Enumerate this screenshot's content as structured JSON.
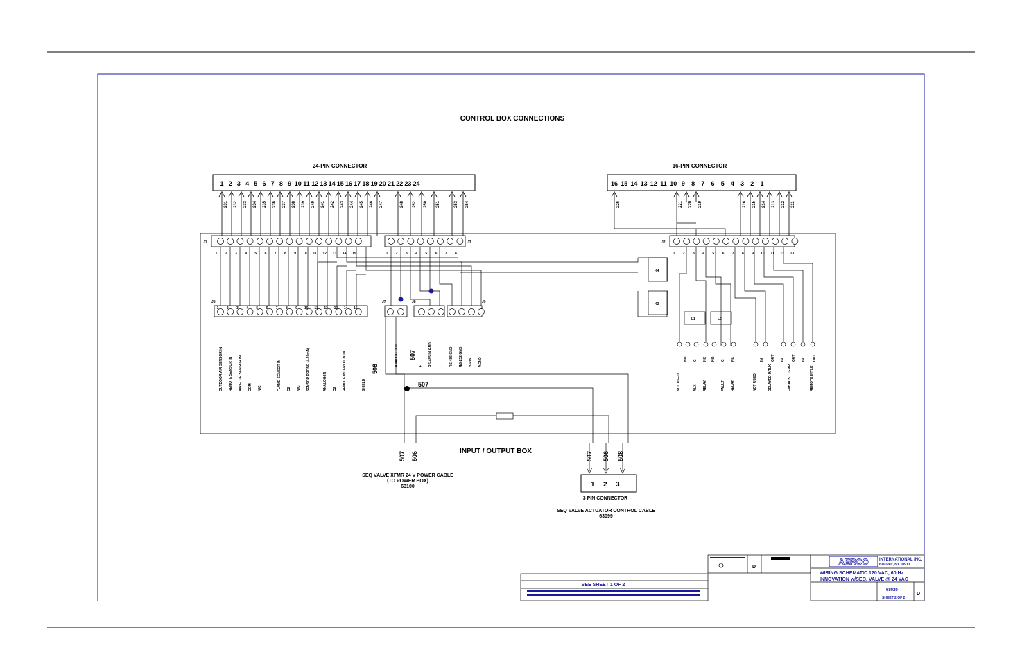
{
  "title": "CONTROL BOX CONNECTIONS",
  "connector24": {
    "label": "24-PIN CONNECTOR",
    "pins": [
      "1",
      "2",
      "3",
      "4",
      "5",
      "6",
      "7",
      "8",
      "9",
      "10",
      "11",
      "12",
      "13",
      "14",
      "15",
      "16",
      "17",
      "18",
      "19",
      "20",
      "21",
      "22",
      "23",
      "24"
    ],
    "wires": [
      "231",
      "232",
      "233",
      "234",
      "235",
      "236",
      "237",
      "238",
      "239",
      "240",
      "241",
      "242",
      "243",
      "244",
      "245",
      "246",
      "247",
      "248",
      "252",
      "250",
      "251",
      "253",
      "254"
    ]
  },
  "connector16": {
    "label": "16-PIN CONNECTOR",
    "pins": [
      "16",
      "15",
      "14",
      "13",
      "12",
      "11",
      "10",
      "9",
      "8",
      "7",
      "6",
      "5",
      "4",
      "3",
      "2",
      "1"
    ],
    "wires": [
      "226",
      "221",
      "220",
      "219",
      "216",
      "215",
      "214",
      "213",
      "212",
      "211"
    ]
  },
  "terminals": {
    "j1": "J1",
    "j2": "J2",
    "j3": "J3",
    "j5": "J5",
    "j7": "J7",
    "j8": "J8",
    "j9": "J9",
    "j1_nums": [
      "1",
      "2",
      "3",
      "4",
      "5",
      "6",
      "7",
      "8",
      "9",
      "10",
      "11",
      "12",
      "13",
      "14",
      "15"
    ],
    "j3_nums": [
      "1",
      "2",
      "3",
      "4",
      "5",
      "6",
      "7",
      "8"
    ],
    "j2_nums": [
      "1",
      "2",
      "3",
      "4",
      "5",
      "6",
      "7",
      "8",
      "9",
      "10",
      "11",
      "12",
      "13"
    ],
    "j5_nums": [
      "1",
      "2",
      "3",
      "4",
      "5",
      "6",
      "7",
      "8",
      "9",
      "10",
      "11",
      "12",
      "13",
      "14",
      "15"
    ]
  },
  "j5_signals": [
    "OUTDOOR AIR SENSOR IN",
    "REMOTE SENSOR IN",
    "AIR/FLUE SENSOR IN",
    "COM",
    "N/C",
    "FLAME SENSOR IN",
    "O2",
    "N/C",
    "SENSOR PROBE (4-20mA)",
    "ANALOG IN",
    "O2",
    "REMOTE INTERLOCK IN",
    "SHIELD"
  ],
  "j7_signals": [
    "ANALOG OUT"
  ],
  "j8_signals": [
    "RS-485 IN GND",
    "+",
    "-"
  ],
  "j9_signals": [
    "RS-485 GND",
    "IN",
    "RS-232 GND",
    "B-PIN",
    "AGND"
  ],
  "relays": [
    "K4",
    "K3"
  ],
  "relay_coils": [
    "L1",
    "L2"
  ],
  "j2_signals_left": [
    "NOT USED",
    "AUX",
    "RELAY",
    "FAULT",
    "RELAY"
  ],
  "j2_contact_labels": [
    "NO",
    "C",
    "NC",
    "NO",
    "C",
    "NC"
  ],
  "j2_signals_right": [
    "NOT USED",
    "DELAYED INTLK",
    "EXHAUST TEMP",
    "REMOTE INTLK"
  ],
  "j2_inout": [
    "IN",
    "OUT",
    "IN",
    "OUT",
    "IN",
    "OUT"
  ],
  "cable_wires": [
    "508",
    "507",
    "507",
    "507",
    "506",
    "507",
    "506",
    "508"
  ],
  "io_box_label": "INPUT / OUTPUT BOX",
  "power_cable": {
    "line1": "SEQ VALVE XFMR 24 V POWER CABLE",
    "line2": "(TO POWER BOX)",
    "part": "63100"
  },
  "pin3": {
    "pins": [
      "1",
      "2",
      "3"
    ],
    "label": "3 PIN CONNECTOR"
  },
  "actuator_cable": {
    "line1": "SEQ VALVE ACTUATOR CONTROL CABLE",
    "part": "63099"
  },
  "title_block": {
    "see_sheet": "SEE SHEET 1 OF 2",
    "company": "INTERNATIONAL INC.",
    "location": "Blauvelt, NY 10913",
    "logo": "AERCO",
    "drawing_title_1": "WIRING SCHEMATIC 120 VAC, 60 Hz",
    "drawing_title_2": "INNOVATION w/SEQ. VALVE @ 24 VAC",
    "dwg_no": "68029",
    "rev": "D",
    "size": "D",
    "sheet": "SHEET 2 OF 2"
  },
  "colors": {
    "wire": "#000000",
    "frame": "#1a1aa0",
    "junction_dot": "#1a1aa0"
  }
}
